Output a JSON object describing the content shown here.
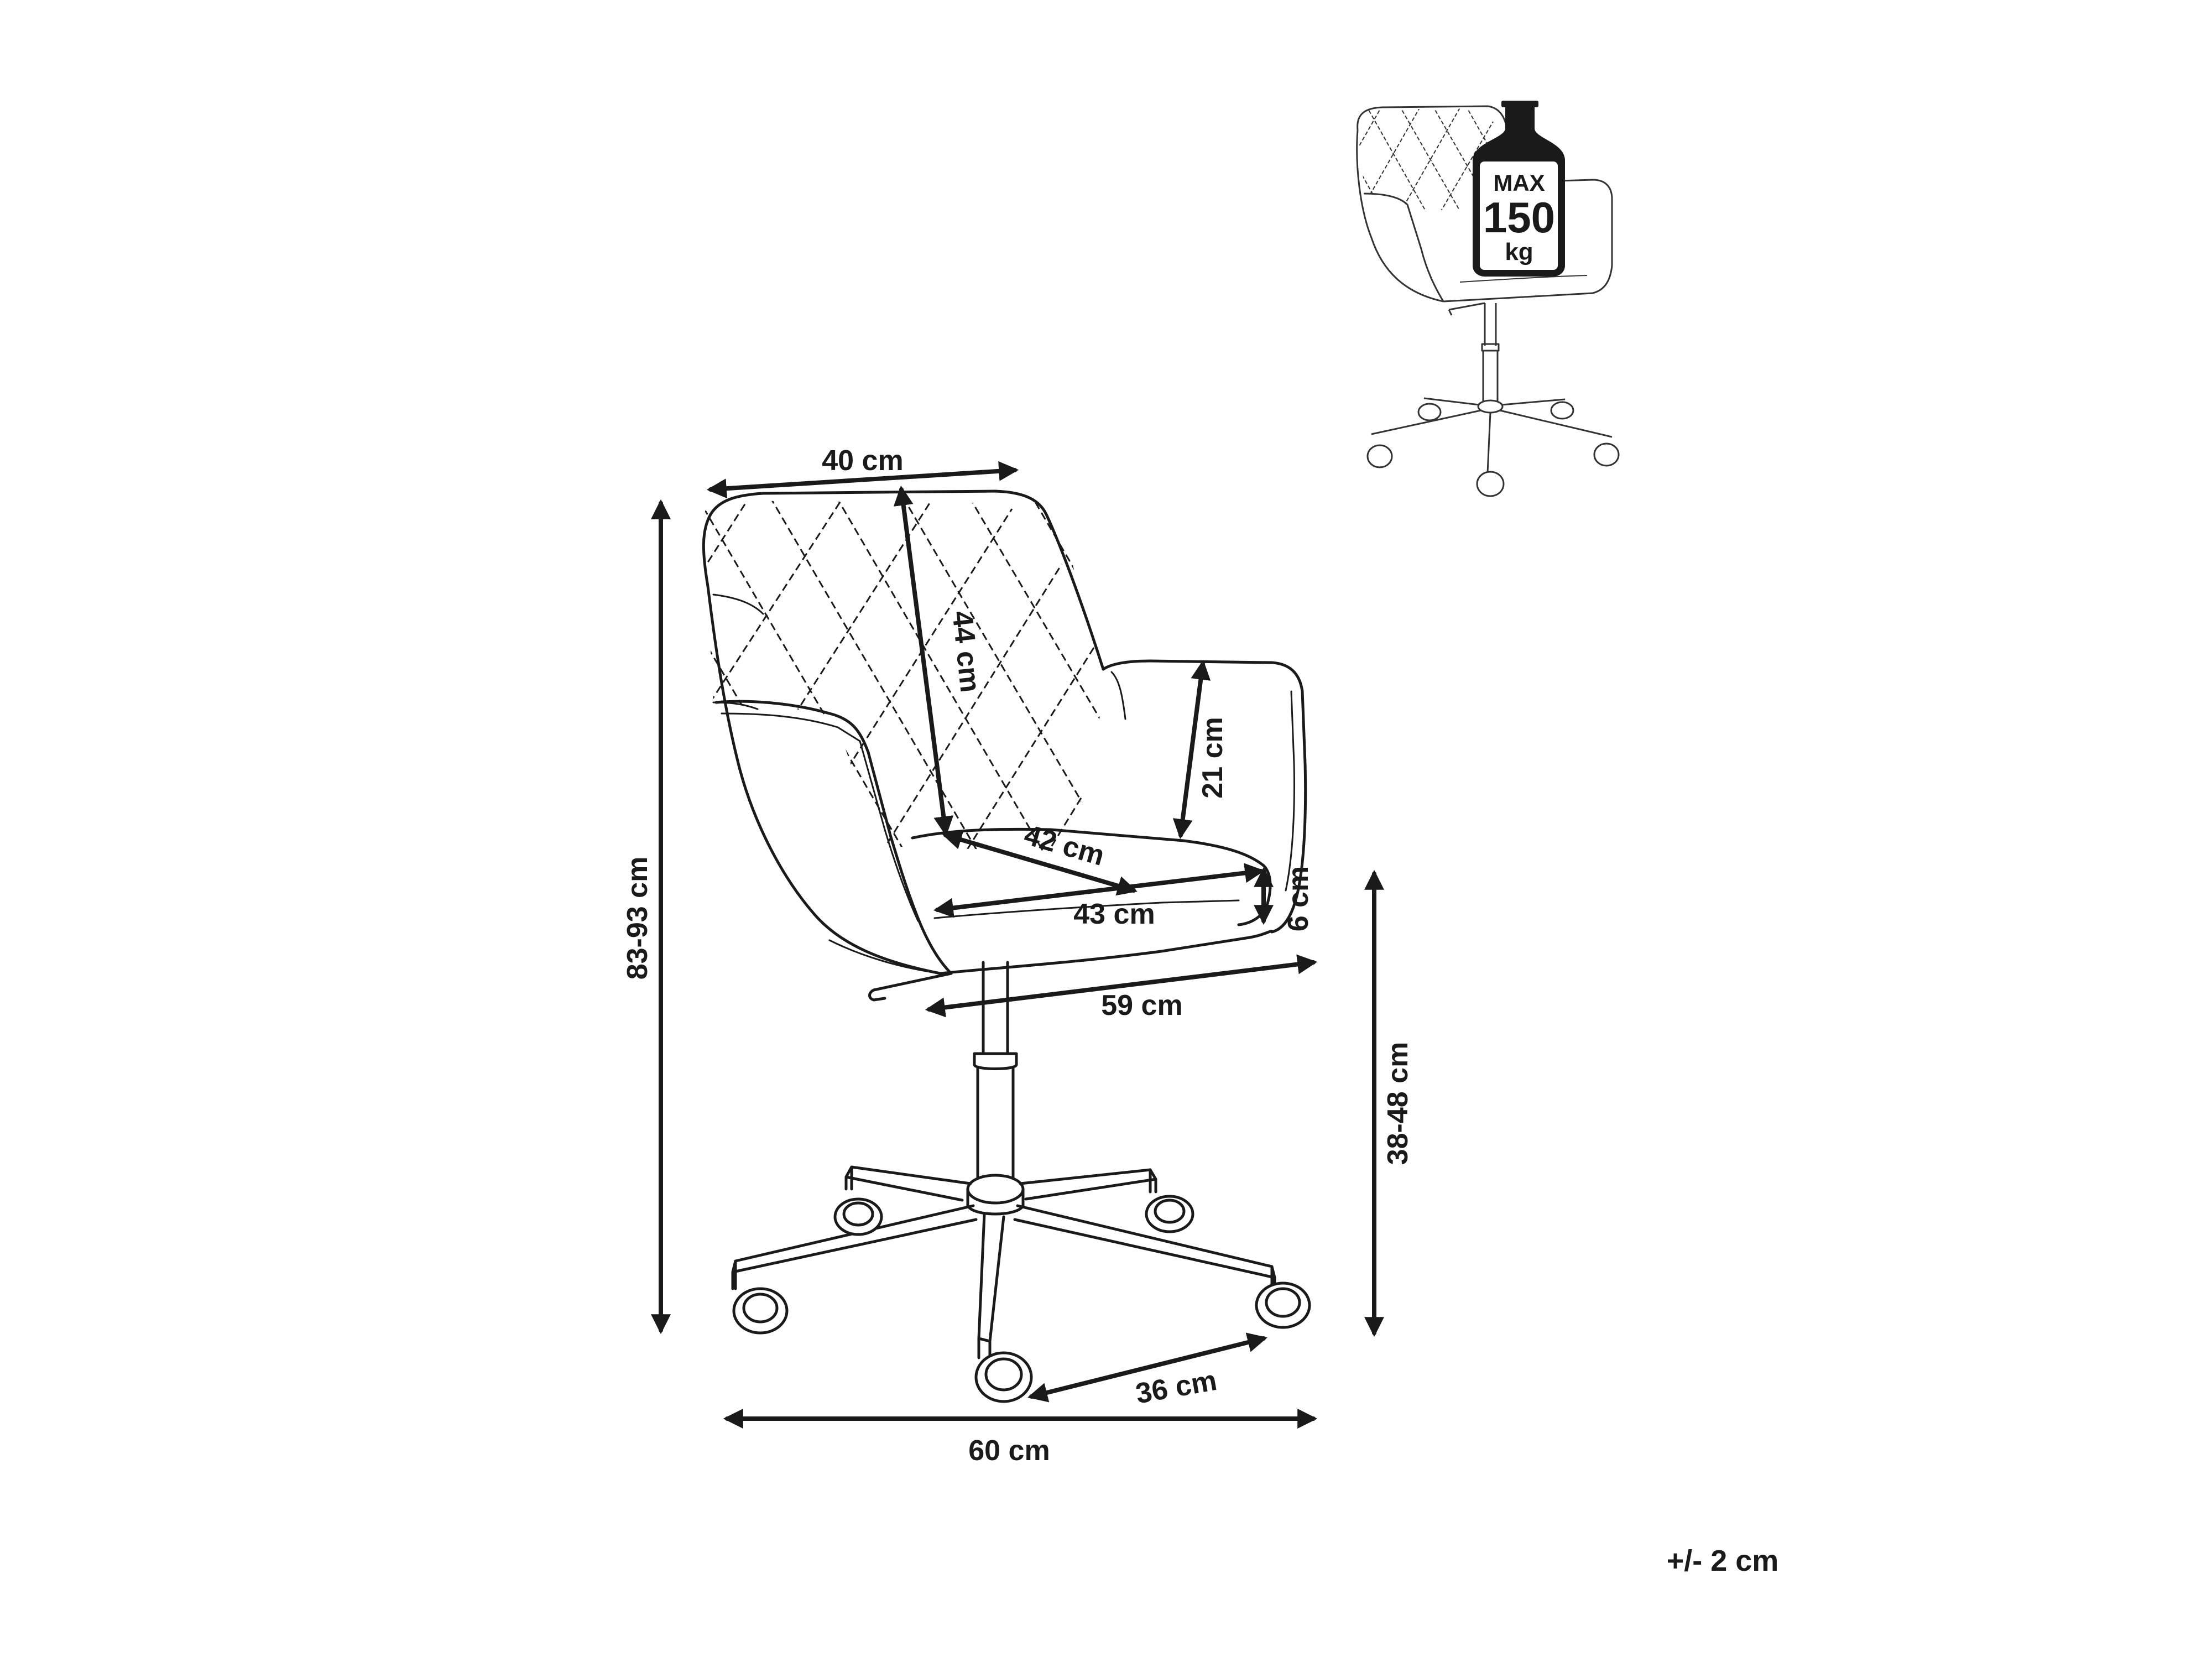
{
  "dimensions": {
    "backrest_width": "40 cm",
    "backrest_height": "44 cm",
    "armrest_height": "21 cm",
    "seat_depth": "42 cm",
    "seat_width": "43 cm",
    "seat_thickness": "6 cm",
    "overall_width_arms": "59 cm",
    "total_height": "83-93 cm",
    "seat_height": "38-48 cm",
    "base_wheel_distance": "36 cm",
    "base_width": "60 cm"
  },
  "tolerance": "+/- 2 cm",
  "max_load": {
    "line1": "MAX",
    "line2": "150",
    "line3": "kg"
  }
}
